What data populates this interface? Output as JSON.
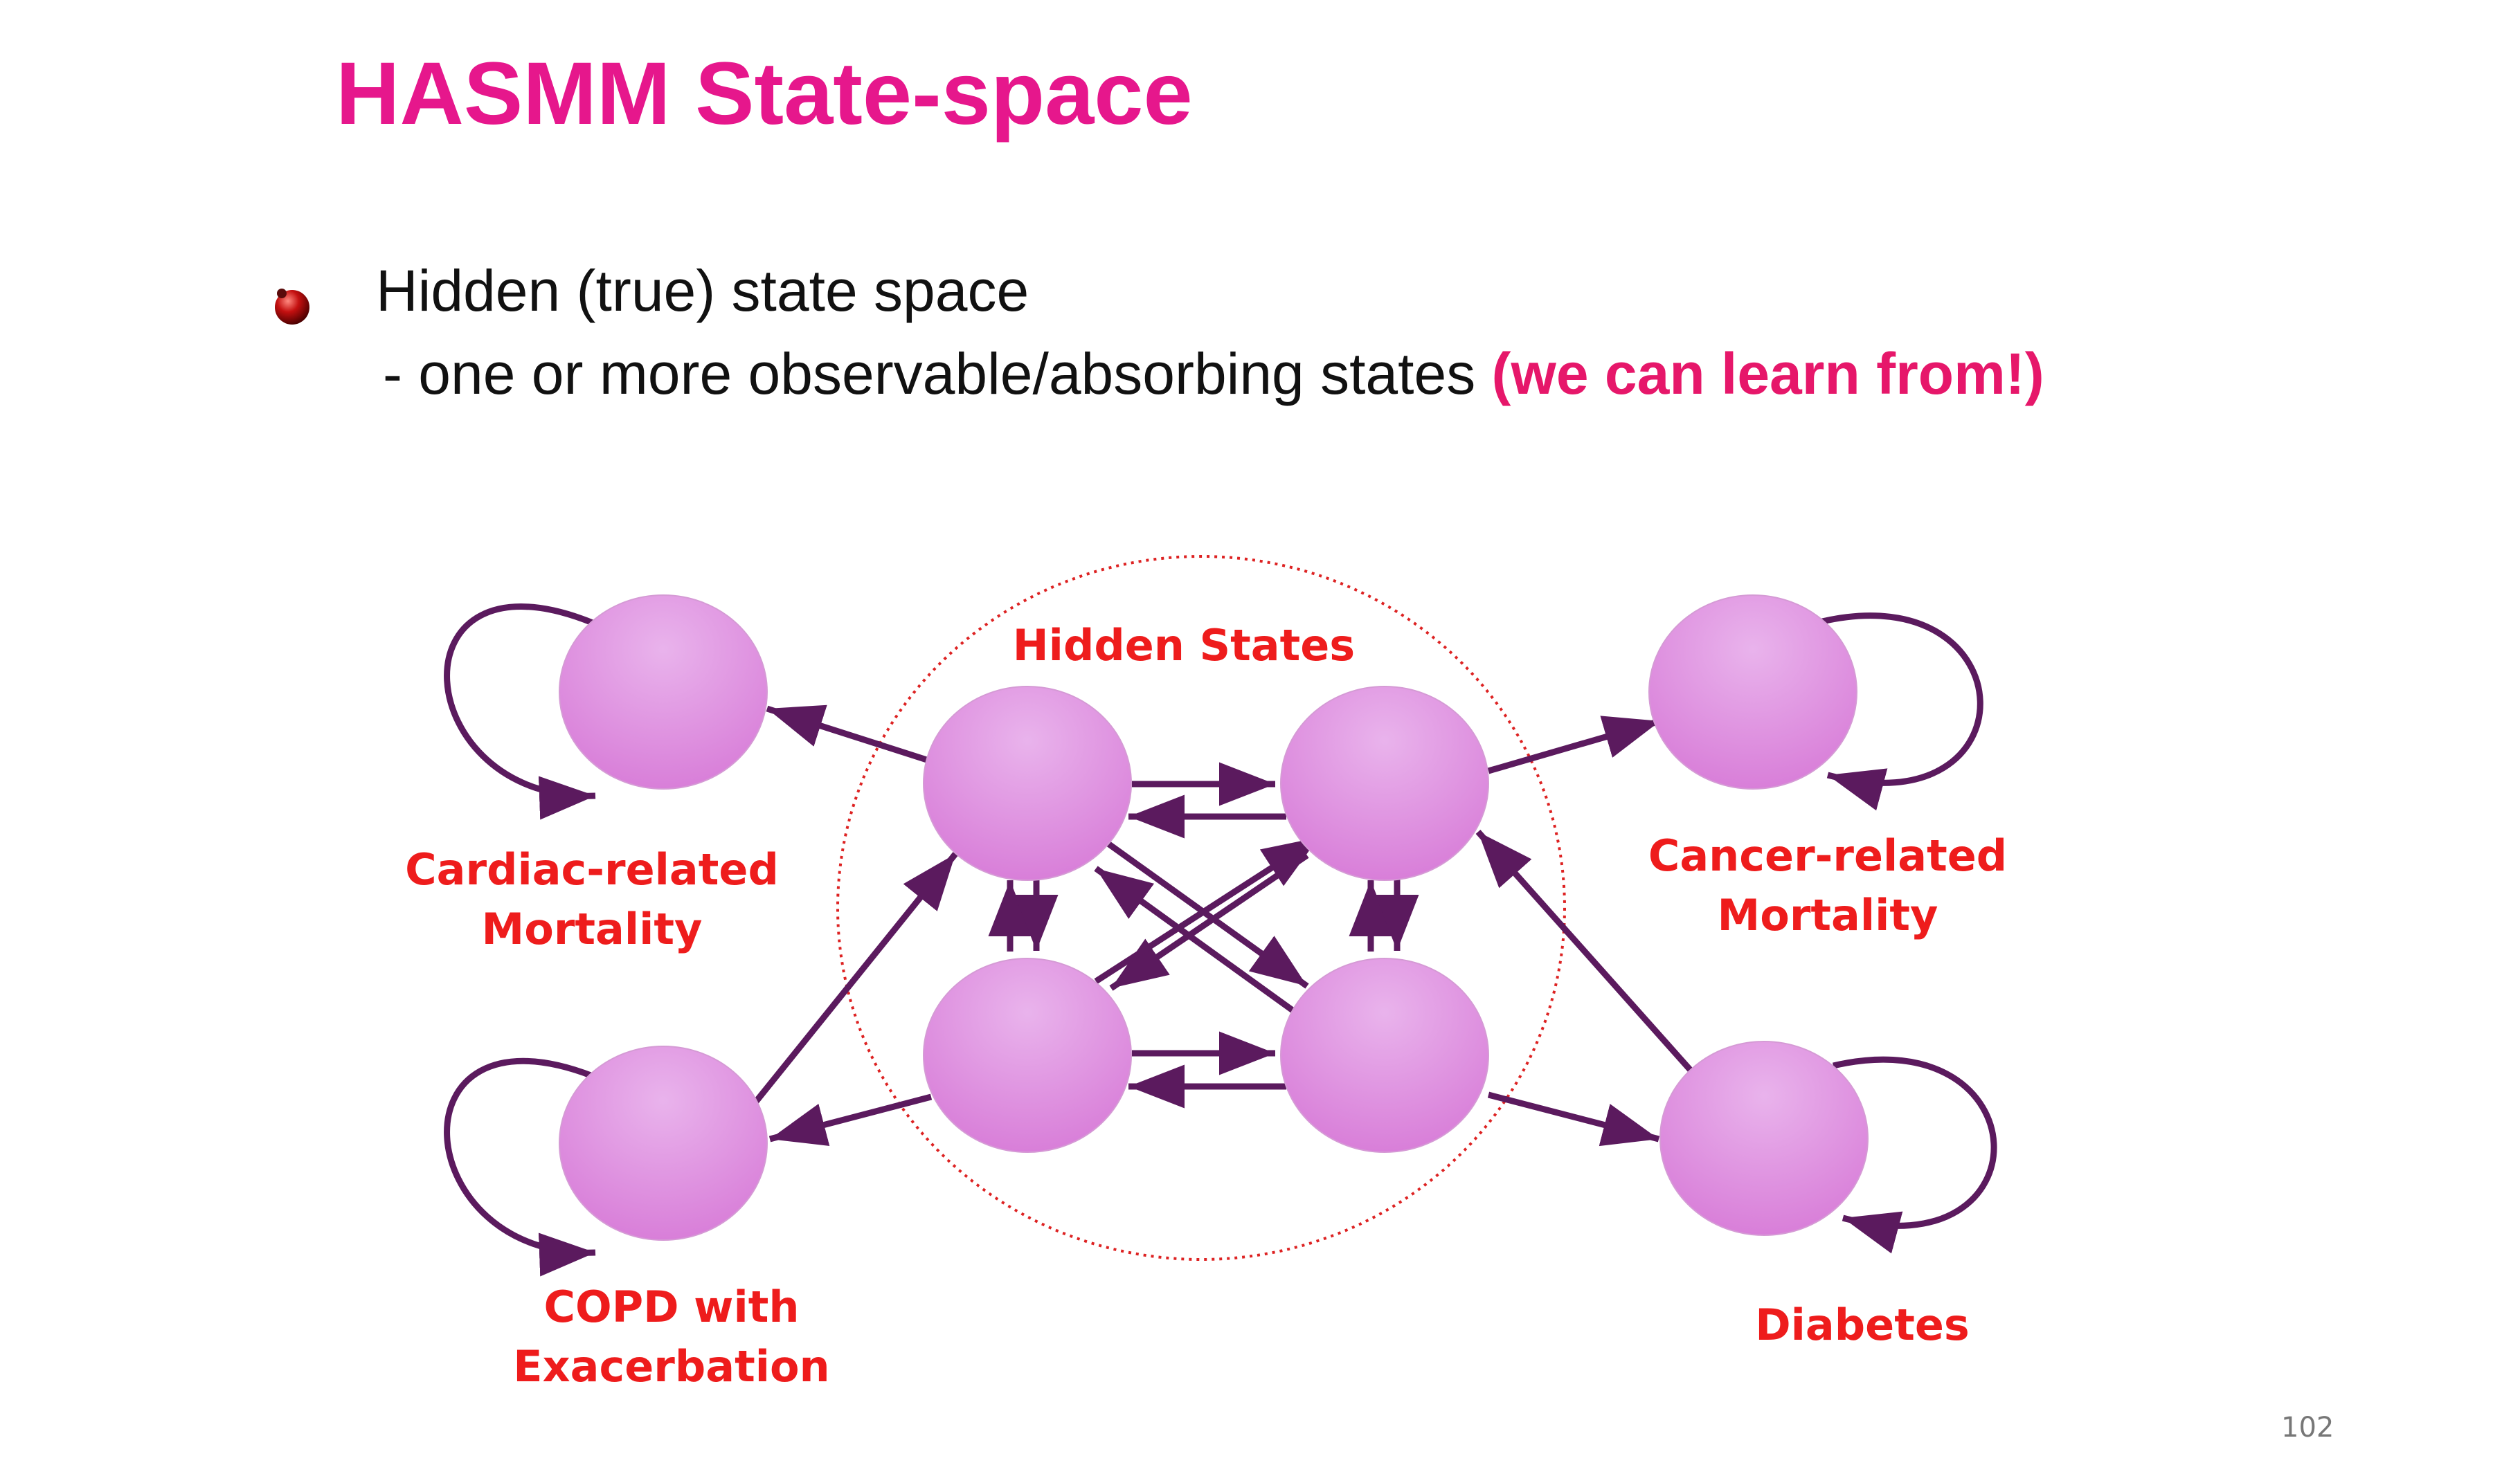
{
  "title": "HASMM State-space",
  "bullet": {
    "icon": "red-sphere-bullet-icon",
    "line1": "Hidden (true) state space",
    "line2_text": "- one or more observable/absorbing states ",
    "line2_highlight": "(we can learn from!)"
  },
  "diagram": {
    "hidden_label": "Hidden States",
    "absorbing_states": {
      "cardiac": [
        "Cardiac-related",
        "Mortality"
      ],
      "copd": [
        "COPD with",
        "Exacerbation"
      ],
      "cancer": [
        "Cancer-related",
        "Mortality"
      ],
      "diabetes": [
        "Diabetes"
      ]
    }
  },
  "colors": {
    "title": "#e6178c",
    "highlight": "#e6176a",
    "label": "#ee1c1c",
    "arrow": "#5b1a5e",
    "node": "#dc8bdc",
    "hidden_boundary": "#dd2222"
  },
  "page_number": "102"
}
